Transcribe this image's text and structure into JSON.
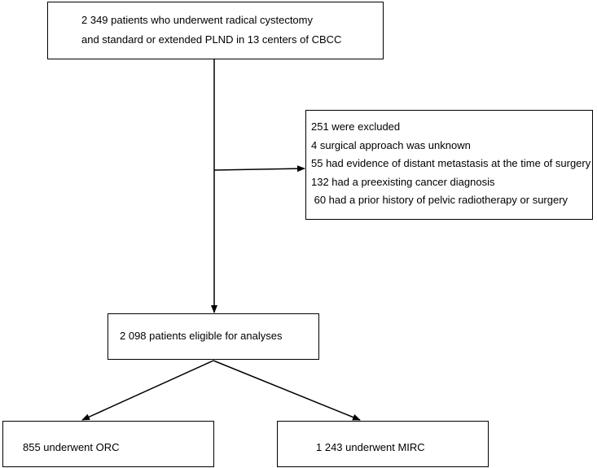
{
  "flowchart": {
    "top_box": {
      "lines": [
        "2 349 patients who underwent radical cystectomy",
        "and standard or extended PLND in 13 centers of CBCC"
      ]
    },
    "excluded_box": {
      "lines": [
        "251  were excluded",
        "4 surgical approach was unknown",
        "55 had evidence of distant metastasis at the time of surgery",
        "132 had a preexisting cancer diagnosis",
        " 60 had a prior history of pelvic radiotherapy or surgery"
      ]
    },
    "eligible_box": {
      "text": "2 098 patients eligible for analyses"
    },
    "orc_box": {
      "text": "855 underwent ORC"
    },
    "mirc_box": {
      "text": "1 243 underwent MIRC"
    }
  }
}
